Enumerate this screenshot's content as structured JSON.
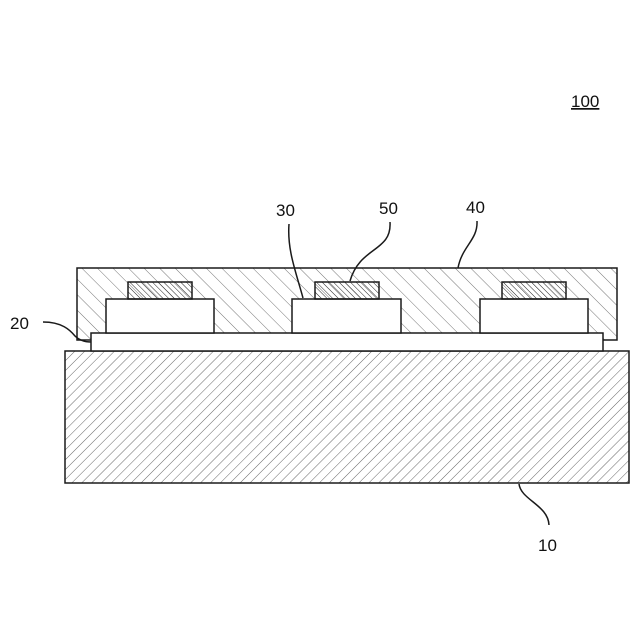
{
  "figure_number": "100",
  "reference_labels": {
    "substrate": "10",
    "base_layer": "20",
    "block": "30",
    "encapsulation": "40",
    "electrode": "50"
  },
  "colors": {
    "stroke": "#1a1a1a",
    "background": "#ffffff",
    "hatch": "#555555"
  }
}
